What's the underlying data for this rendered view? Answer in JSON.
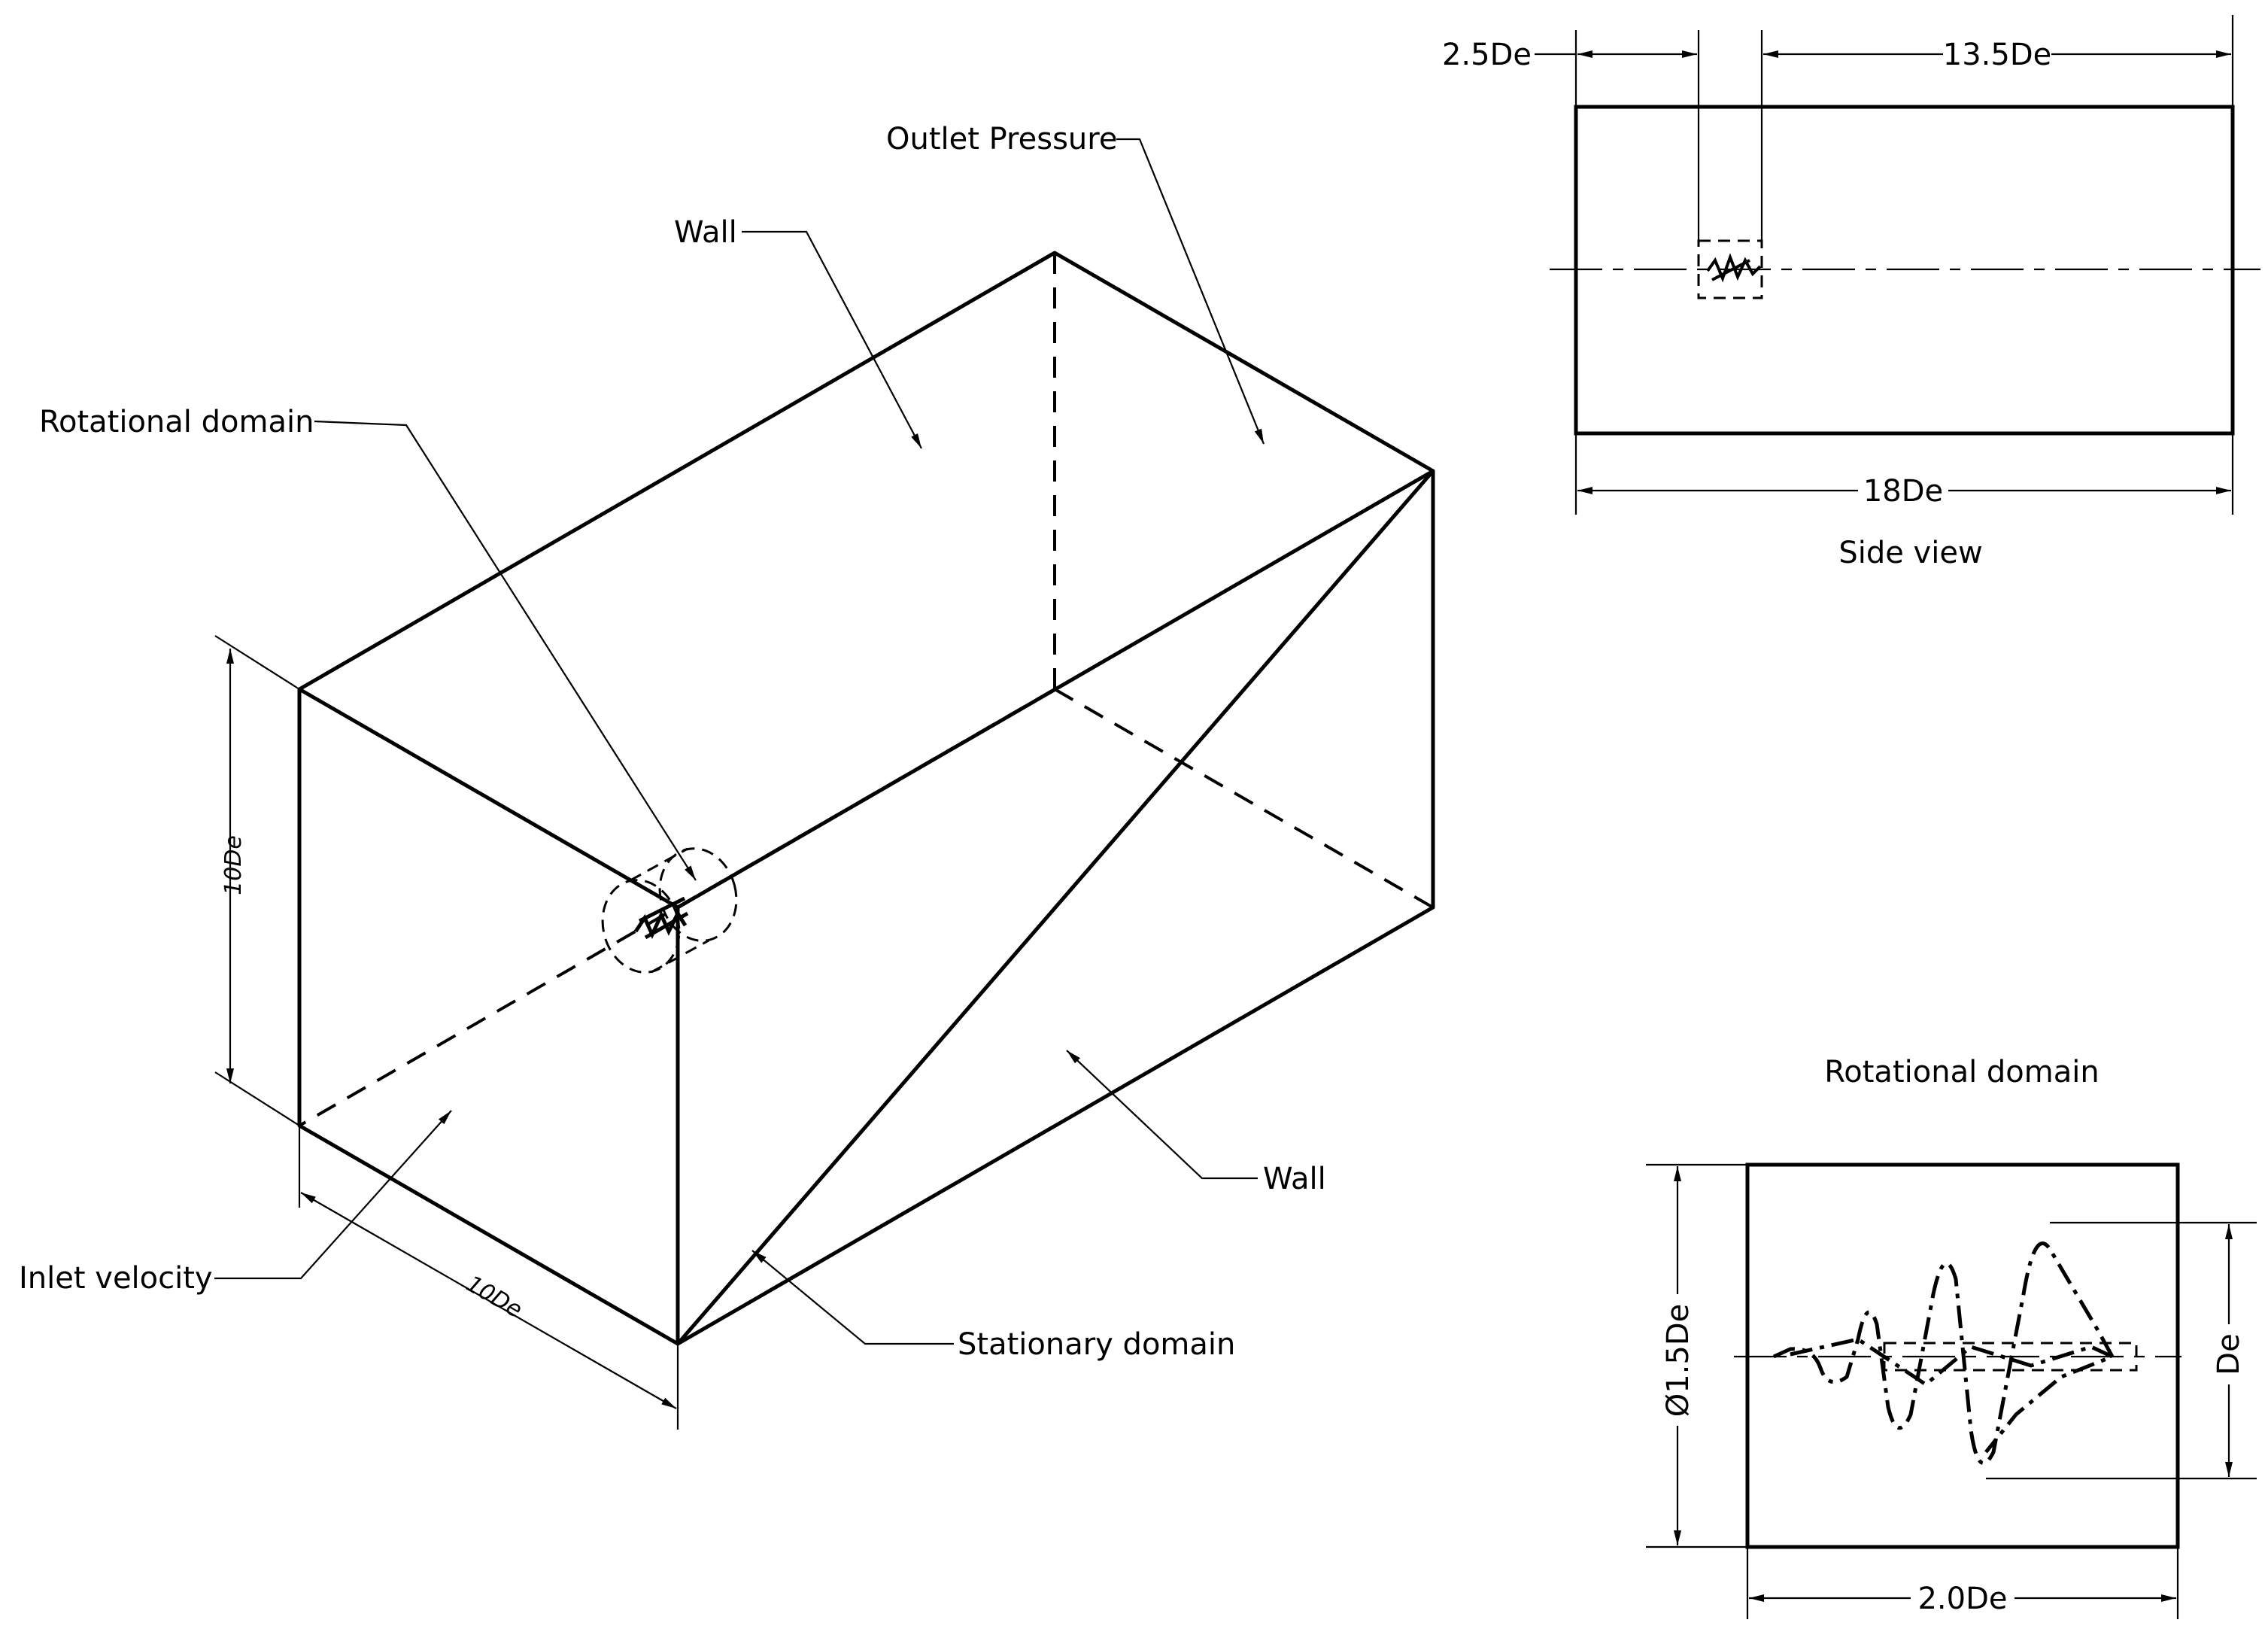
{
  "labels": {
    "outlet_pressure": "Outlet Pressure",
    "wall_top": "Wall",
    "rotational_domain": "Rotational domain",
    "inlet_velocity": "Inlet velocity",
    "stationary_domain": "Stationary domain",
    "wall_side": "Wall"
  },
  "iso_dims": {
    "height": "10De",
    "depth": "10De"
  },
  "side_view": {
    "title": "Side view",
    "dim_left": "2.5De",
    "dim_right": "13.5De",
    "dim_total": "18De"
  },
  "rot_view": {
    "title": "Rotational domain",
    "dim_diameter": "Ø1.5De",
    "dim_right": "De",
    "dim_width": "2.0De"
  }
}
